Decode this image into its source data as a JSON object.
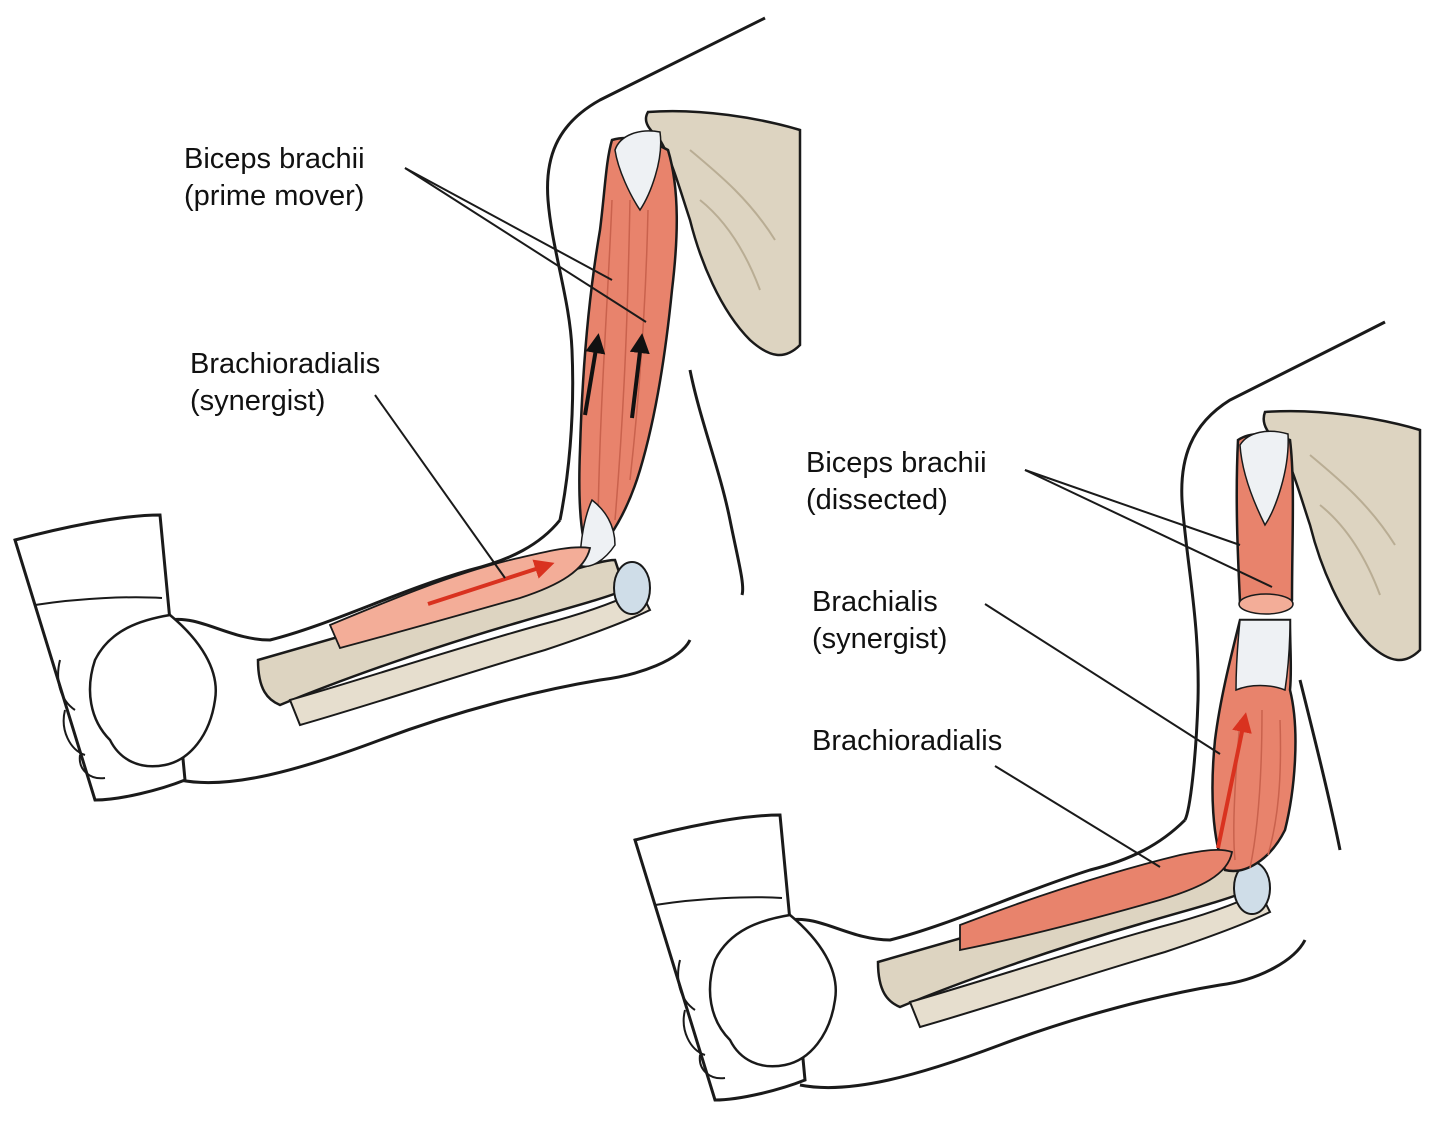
{
  "colors": {
    "outline": "#1a1a1a",
    "skin": "#ffffff",
    "muscle": "#e8836c",
    "muscle_light": "#f3ad98",
    "muscle_fiber": "#c9624d",
    "bone": "#ddd4c1",
    "bone_edge": "#b9ad94",
    "tendon": "#eef1f4",
    "cartilage": "#cfdde8",
    "arrow_black": "#111111",
    "arrow_red": "#d9321f"
  },
  "icons": {
    "left_arrows": "black-up-arrow-icon",
    "forearm_arrow": "red-arrow-icon",
    "right_arrow": "red-up-arrow-icon"
  },
  "labels": {
    "left_biceps_1": "Biceps brachii",
    "left_biceps_2": "(prime mover)",
    "left_brachio_1": "Brachioradialis",
    "left_brachio_2": "(synergist)",
    "right_biceps_1": "Biceps brachii",
    "right_biceps_2": "(dissected)",
    "right_brachialis_1": "Brachialis",
    "right_brachialis_2": "(synergist)",
    "right_brachio_1": "Brachioradialis"
  }
}
